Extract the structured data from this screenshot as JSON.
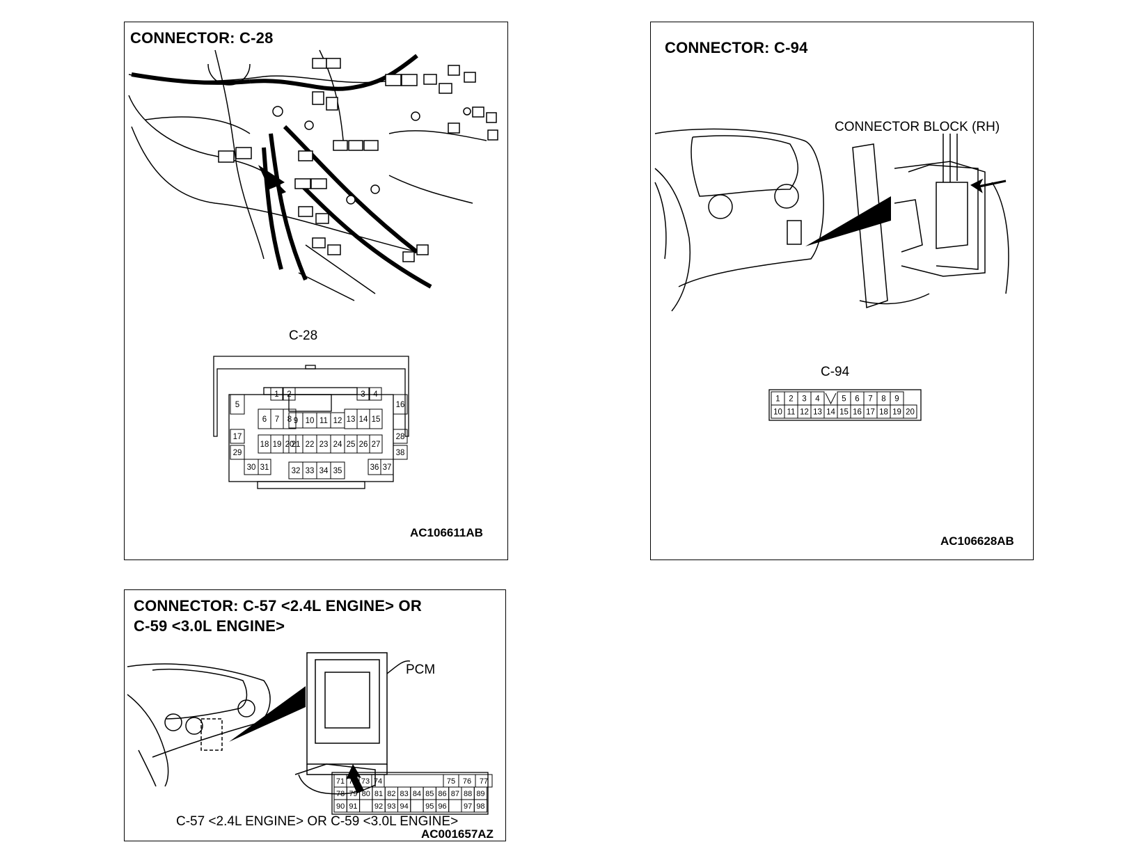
{
  "panels": {
    "c28": {
      "title": "CONNECTOR: C-28",
      "connector_label": "C-28",
      "figure_code": "AC106611AB",
      "pins": [
        {
          "n": "1"
        },
        {
          "n": "2"
        },
        {
          "n": "3"
        },
        {
          "n": "4"
        },
        {
          "n": "5"
        },
        {
          "n": "6"
        },
        {
          "n": "7"
        },
        {
          "n": "8"
        },
        {
          "n": "9"
        },
        {
          "n": "10"
        },
        {
          "n": "11"
        },
        {
          "n": "12"
        },
        {
          "n": "13"
        },
        {
          "n": "14"
        },
        {
          "n": "15"
        },
        {
          "n": "16"
        },
        {
          "n": "17"
        },
        {
          "n": "18"
        },
        {
          "n": "19"
        },
        {
          "n": "20"
        },
        {
          "n": "21"
        },
        {
          "n": "22"
        },
        {
          "n": "23"
        },
        {
          "n": "24"
        },
        {
          "n": "25"
        },
        {
          "n": "26"
        },
        {
          "n": "27"
        },
        {
          "n": "28"
        },
        {
          "n": "29"
        },
        {
          "n": "30"
        },
        {
          "n": "31"
        },
        {
          "n": "32"
        },
        {
          "n": "33"
        },
        {
          "n": "34"
        },
        {
          "n": "35"
        },
        {
          "n": "36"
        },
        {
          "n": "37"
        },
        {
          "n": "38"
        }
      ]
    },
    "c94": {
      "title": "CONNECTOR: C-94",
      "callout": "CONNECTOR BLOCK (RH)",
      "connector_label": "C-94",
      "figure_code": "AC106628AB",
      "row1": [
        "1",
        "2",
        "3",
        "4",
        "",
        "5",
        "6",
        "7",
        "8",
        "9"
      ],
      "row2": [
        "10",
        "11",
        "12",
        "13",
        "14",
        "15",
        "16",
        "17",
        "18",
        "19",
        "20"
      ]
    },
    "c57": {
      "title": "CONNECTOR: C-57 <2.4L ENGINE> OR\nC-59 <3.0L ENGINE>",
      "callout": "PCM",
      "connector_caption": "C-57 <2.4L ENGINE> OR C-59 <3.0L ENGINE>",
      "figure_code": "AC001657AZ",
      "row1": [
        "71",
        "72",
        "73",
        "74",
        "",
        "75",
        "76",
        "77"
      ],
      "row2": [
        "78",
        "79",
        "80",
        "81",
        "82",
        "83",
        "84",
        "85",
        "86",
        "87",
        "88",
        "89"
      ],
      "row3": [
        "90",
        "91",
        "",
        "92",
        "93",
        "94",
        "",
        "95",
        "96",
        "",
        "97",
        "98"
      ]
    }
  }
}
